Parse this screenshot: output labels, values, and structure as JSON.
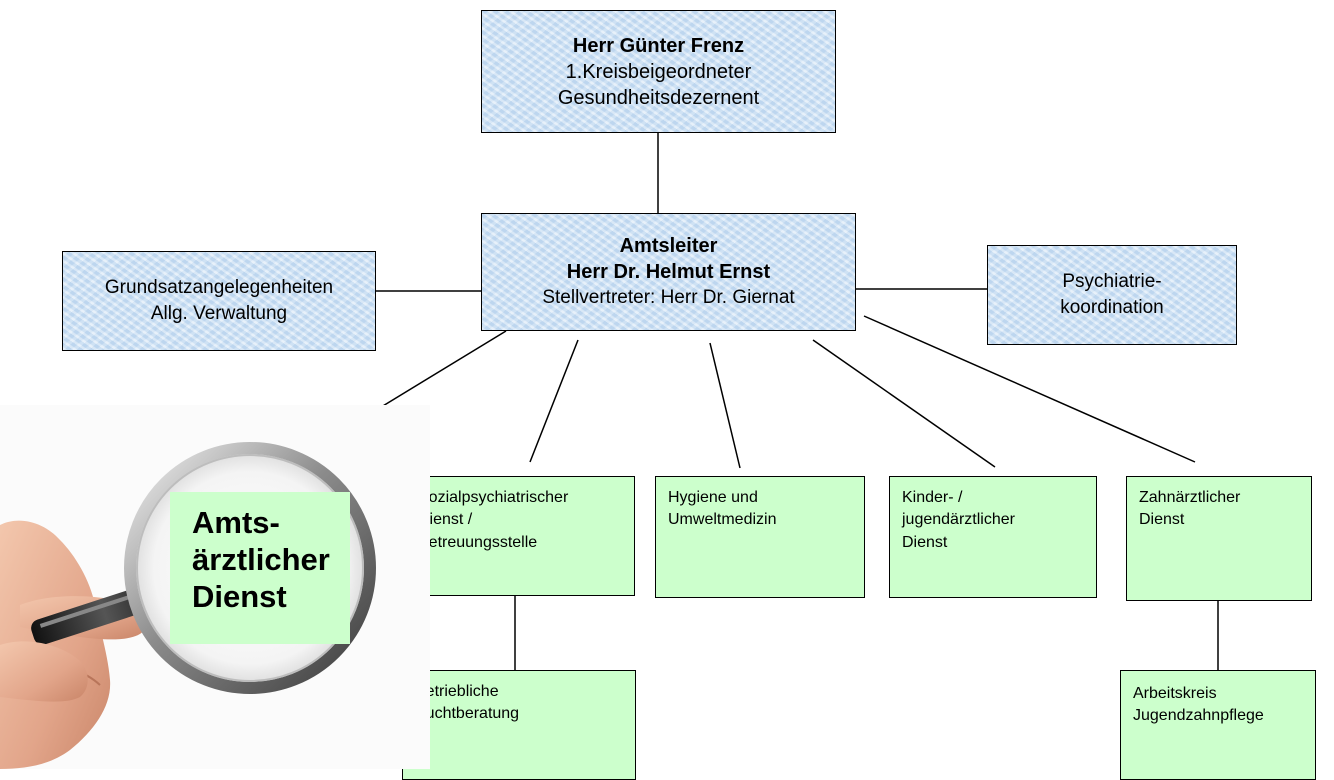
{
  "top": {
    "name": "Herr Günter Frenz",
    "line2": "1.Kreisbeigeordneter",
    "line3": "Gesundheitsdezernent"
  },
  "center": {
    "line1": "Amtsleiter",
    "line2": "Herr Dr. Helmut Ernst",
    "line3": "Stellvertreter: Herr Dr. Giernat"
  },
  "left": {
    "line1": "Grundsatzangelegenheiten",
    "line2": "Allg. Verwaltung"
  },
  "right": {
    "line1": "Psychiatrie-",
    "line2": "koordination"
  },
  "magnifier_label": {
    "line1": "Amts-",
    "line2": "ärztlicher",
    "line3": "Dienst"
  },
  "units": [
    {
      "lines": [
        "Sozialpsychiatrischer",
        "Dienst /",
        "Betreuungsstelle"
      ]
    },
    {
      "lines": [
        "Hygiene und",
        "Umweltmedizin"
      ]
    },
    {
      "lines": [
        "Kinder- /",
        "jugendärztlicher",
        "Dienst"
      ]
    },
    {
      "lines": [
        "Zahnärztlicher",
        "Dienst"
      ]
    }
  ],
  "sub_units": [
    {
      "lines": [
        "Betriebliche",
        "Suchtberatung"
      ]
    },
    {
      "lines": [
        "Arbeitskreis",
        "Jugendzahnpflege"
      ]
    }
  ],
  "colors": {
    "header_box": "#cfe3f6",
    "unit_box": "#ccffcc",
    "line": "#000000"
  }
}
